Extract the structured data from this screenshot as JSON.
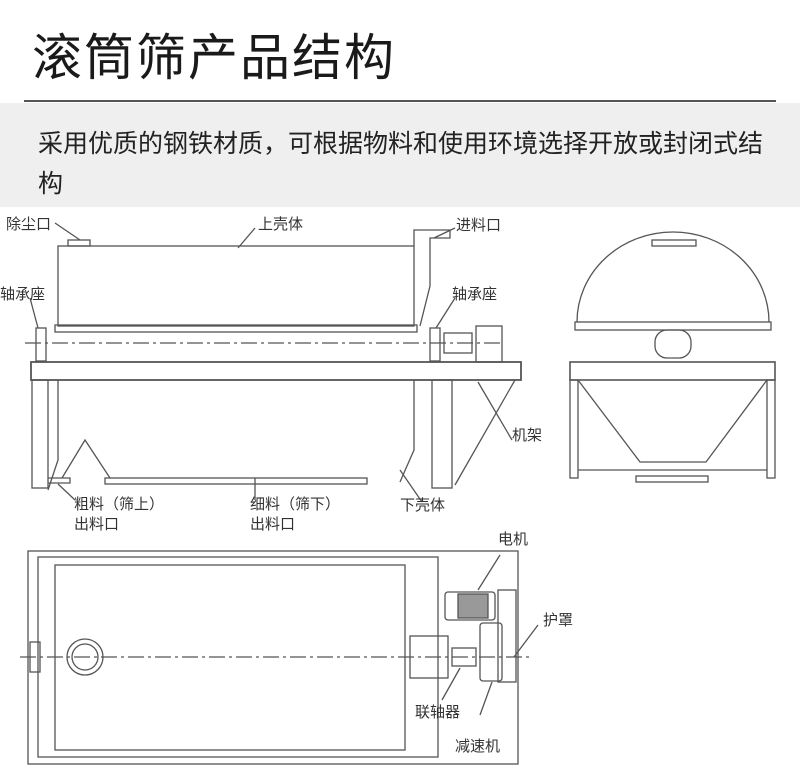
{
  "header": {
    "title": "滚筒筛产品结构",
    "description": "采用优质的钢铁材质，可根据物料和使用环境选择开放或封闭式结构"
  },
  "labels": {
    "dust_outlet": "除尘口",
    "upper_shell": "上壳体",
    "feed_inlet": "进料口",
    "bearing_seat_left": "轴承座",
    "bearing_seat_right": "轴承座",
    "frame": "机架",
    "coarse_outlet_line1": "粗料（筛上）",
    "coarse_outlet_line2": "出料口",
    "fine_outlet_line1": "细料（筛下）",
    "fine_outlet_line2": "出料口",
    "lower_shell": "下壳体",
    "motor": "电机",
    "guard": "护罩",
    "coupling": "联轴器",
    "reducer": "减速机"
  }
}
